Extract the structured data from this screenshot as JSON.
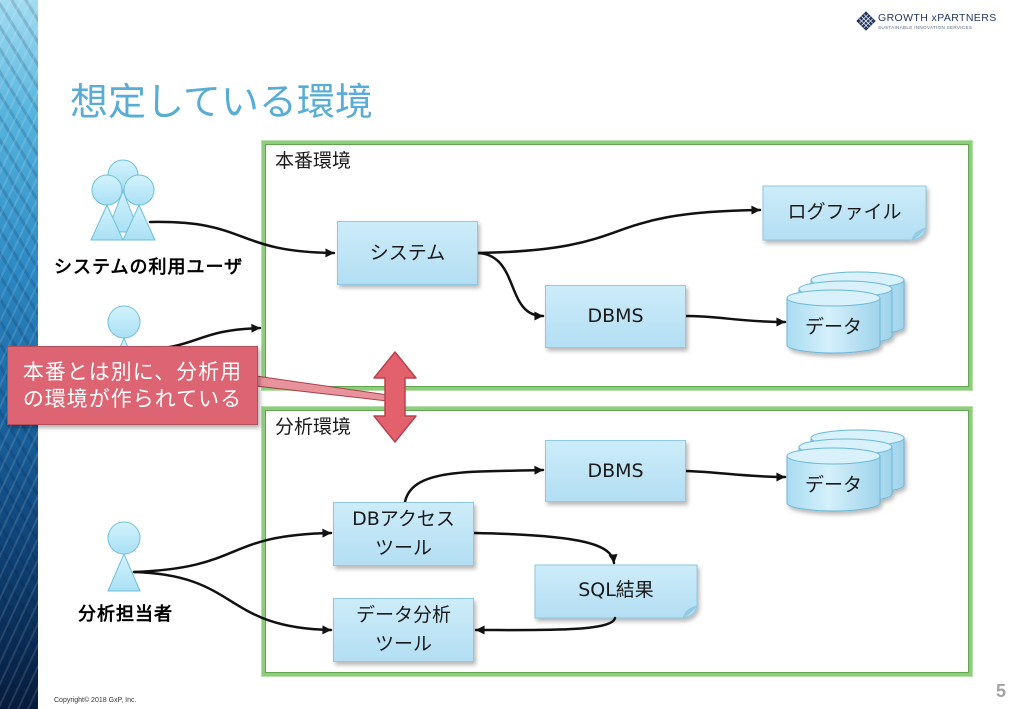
{
  "logo": {
    "name": "GROWTH xPARTNERS",
    "tagline": "SUSTAINABLE INNOVATION SERVICES",
    "icon": "diamond-mesh-icon"
  },
  "title": "想定している環境",
  "production": {
    "label": "本番環境",
    "system": "システム",
    "log_file": "ログファイル",
    "dbms": "DBMS",
    "data": "データ"
  },
  "analysis": {
    "label": "分析環境",
    "dbms": "DBMS",
    "data": "データ",
    "db_access_tool": [
      "DBアクセス",
      "ツール"
    ],
    "sql_result": "SQL結果",
    "analysis_tool": [
      "データ分析",
      "ツール"
    ]
  },
  "actors": {
    "system_users": "システムの利用ユーザ",
    "analyst": "分析担当者"
  },
  "callout": [
    "本番とは別に、分析用",
    "の環境が作られている"
  ],
  "footer": {
    "copyright": "Copyright© 2018 GxP, Inc.",
    "page_number": "5"
  },
  "colors": {
    "title": "#58acd6",
    "env_border": "#8fcd7e",
    "node_fill": "#b3def3",
    "callout_fill": "#dd6472",
    "arrow": "#111111"
  }
}
